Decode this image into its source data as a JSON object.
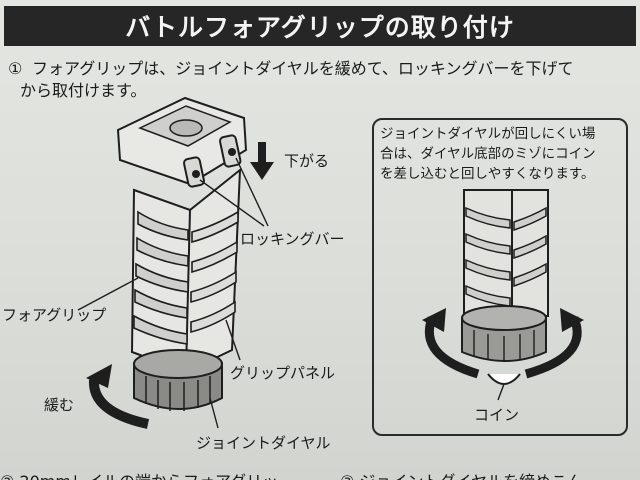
{
  "header": {
    "title": "バトルフォアグリップの取り付け"
  },
  "step1": {
    "number": "①",
    "line1": "フォアグリップは、ジョイントダイヤルを緩めて、ロッキングバーを下げて",
    "line2": "から取付けます。"
  },
  "labels": {
    "down": "下がる",
    "locking_bar": "ロッキングバー",
    "foregrip": "フォアグリップ",
    "grip_panel": "グリップパネル",
    "loosen": "緩む",
    "joint_dial": "ジョイントダイヤル",
    "coin": "コイン"
  },
  "callout": {
    "line1": "ジョイントダイヤルが回しにくい場",
    "line2": "合は、ダイヤル底部のミゾにコイン",
    "line3": "を差し込むと回しやすくなります。"
  },
  "footer": {
    "step2_partial": "② 20mmレイルの端からフォアグリッ",
    "step3_partial": "③ ジョイントダイヤルを締めこん"
  }
}
